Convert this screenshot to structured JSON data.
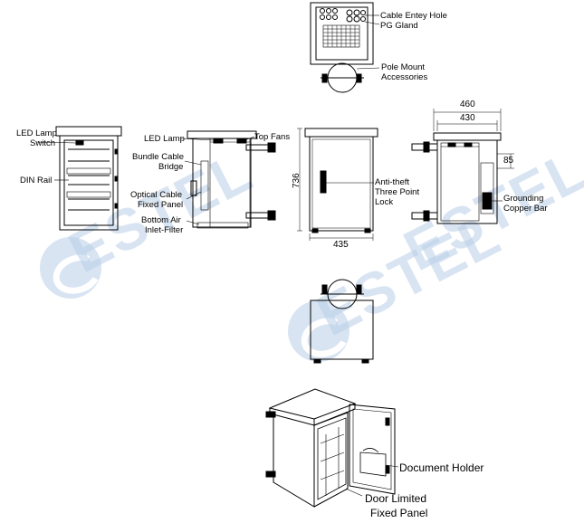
{
  "watermark": {
    "text": "ESTEL",
    "color": "#b9cfe8"
  },
  "labels": {
    "cable_entry_hole": "Cable Entey Hole",
    "pg_gland": "PG Gland",
    "pole_mount_1": "Pole Mount",
    "pole_mount_2": "Accessories",
    "led_lamp_switch_1": "LED Lamp",
    "led_lamp_switch_2": "Switch",
    "din_rail": "DIN Rail",
    "led_lamp": "LED Lamp",
    "bundle_cable_1": "Bundle Cable",
    "bundle_cable_2": "Bridge",
    "optical_cable_1": "Optical Cable",
    "optical_cable_2": "Fixed Panel",
    "bottom_air_1": "Bottom Air",
    "bottom_air_2": "Inlet-Filter",
    "top_fans": "Top Fans",
    "anti_theft_1": "Anti-theft",
    "anti_theft_2": "Three Point",
    "anti_theft_3": "Lock",
    "grounding_1": "Grounding",
    "grounding_2": "Copper Bar",
    "document_holder": "Document Holder",
    "door_limited_1": "Door Limited",
    "door_limited_2": "Fixed Panel"
  },
  "dimensions": {
    "height": "736",
    "width_front": "435",
    "width_total": "460",
    "width_body": "430",
    "side_offset": "85"
  }
}
